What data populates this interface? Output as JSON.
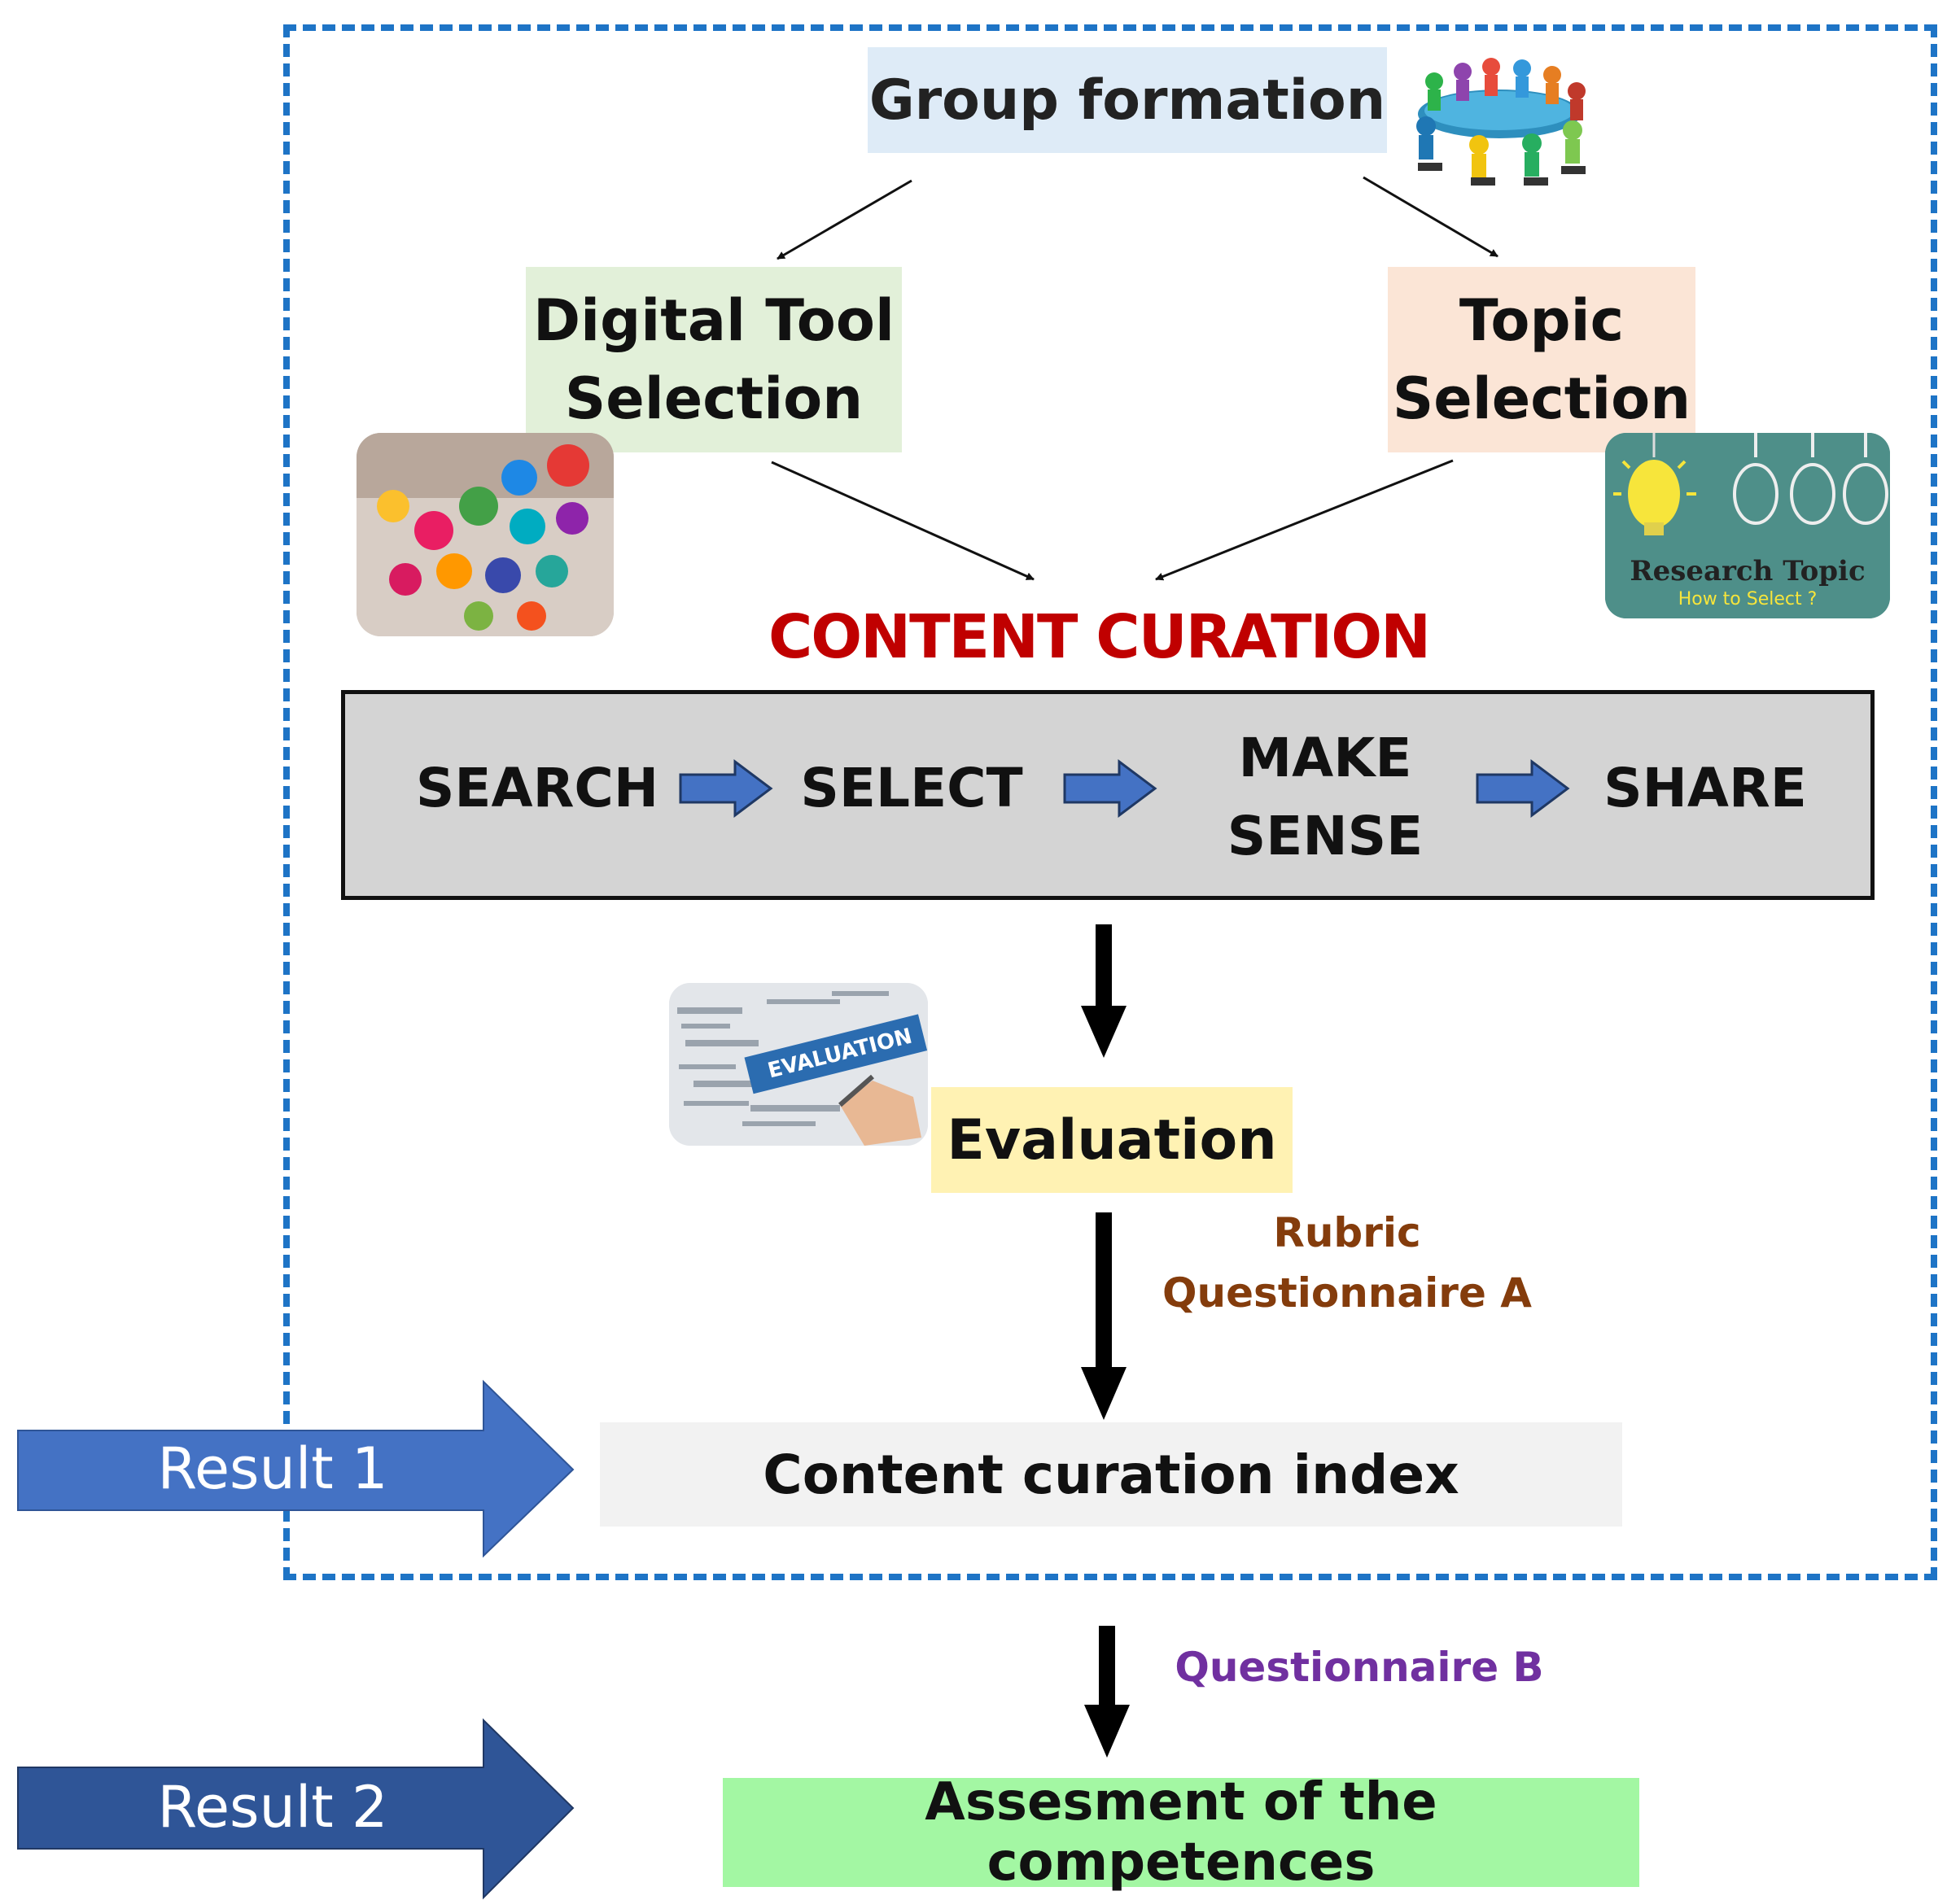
{
  "nodes": {
    "group_formation": "Group formation",
    "digital_tool": [
      "Digital Tool",
      "Selection"
    ],
    "topic_selection": [
      "Topic",
      "Selection"
    ],
    "content_curation_title": "CONTENT CURATION",
    "steps": [
      "SEARCH",
      "SELECT",
      "MAKE",
      "SENSE",
      "SHARE"
    ],
    "evaluation": "Evaluation",
    "content_curation_index": "Content curation index",
    "assessment": "Assesment of the competences"
  },
  "labels": {
    "rubric": "Rubric",
    "questionnaire_a": "Questionnaire A",
    "questionnaire_b": "Questionnaire B"
  },
  "results": {
    "result1": "Result 1",
    "result2": "Result 2"
  },
  "images": {
    "research_topic_title": "Research Topic",
    "research_topic_subtitle": "How to Select ?",
    "evaluation_word": "EVALUATION"
  },
  "colors": {
    "frame": "#1e74c6",
    "group_formation_bg": "#deebf7",
    "digital_tool_bg": "#e2f0d9",
    "topic_bg": "#fbe5d6",
    "curation_title": "#c00000",
    "curation_bar": "#d4d4d4",
    "step_arrow": "#4472c4",
    "evaluation_bg": "#fff2b3",
    "index_bg": "#f2f2f2",
    "assessment_bg": "#a3f7a3",
    "rubric_text": "#843c0c",
    "questionnaire_b_text": "#7030a0",
    "result1_arrow": "#4472c4",
    "result2_arrow": "#2f5597"
  }
}
